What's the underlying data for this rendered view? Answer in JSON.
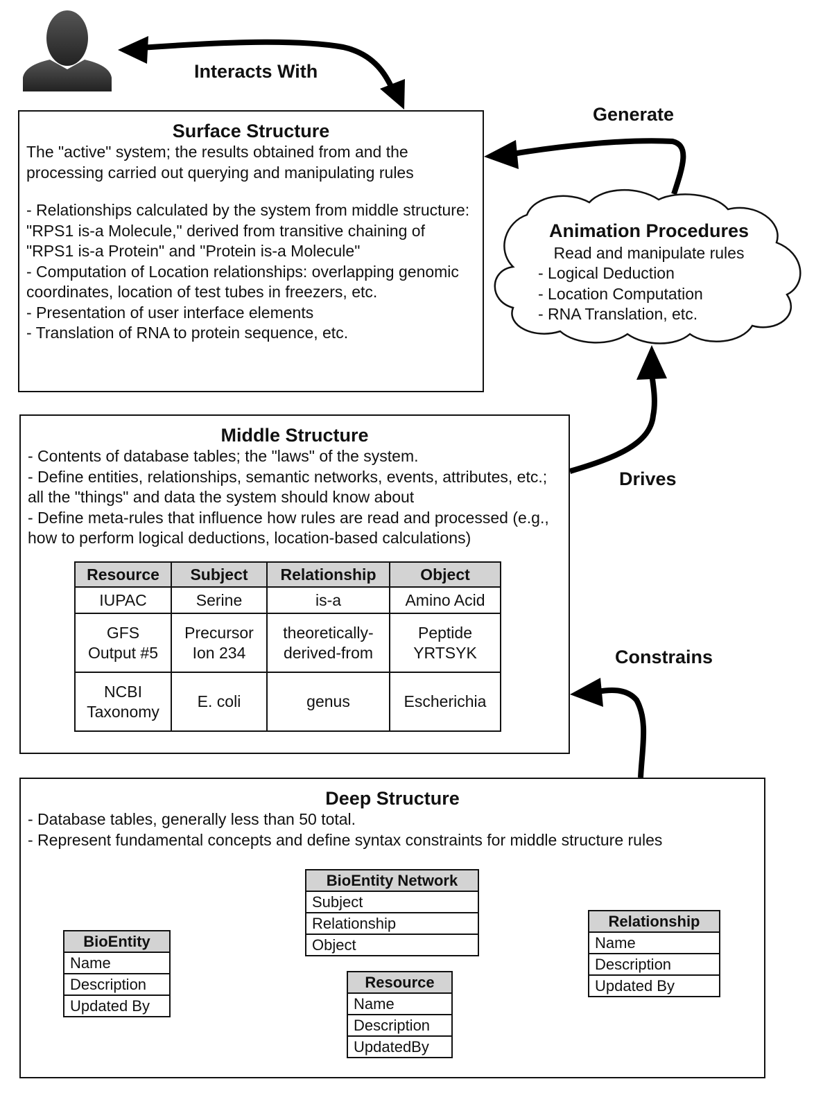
{
  "labels": {
    "interacts": "Interacts With",
    "generate": "Generate",
    "drives": "Drives",
    "constrains": "Constrains"
  },
  "surface": {
    "title": "Surface Structure",
    "intro": "The \"active\" system; the results obtained from and the processing carried out querying and manipulating rules",
    "items": [
      "- Relationships calculated by the system from middle structure: \"RPS1 is-a Molecule,\" derived from transitive chaining of \"RPS1 is-a Protein\" and \"Protein is-a Molecule\"",
      "- Computation of Location relationships: overlapping genomic coordinates, location of test tubes in freezers, etc.",
      "- Presentation of user interface elements",
      "- Translation of RNA to protein sequence, etc."
    ]
  },
  "animation": {
    "title": "Animation Procedures",
    "subtitle": "Read and manipulate rules",
    "items": [
      "- Logical Deduction",
      "- Location Computation",
      "- RNA Translation, etc."
    ]
  },
  "middle": {
    "title": "Middle Structure",
    "items": [
      "- Contents of database tables; the \"laws\" of the system.",
      "- Define entities, relationships, semantic networks, events, attributes, etc.; all the \"things\" and data the system should know about",
      "- Define meta-rules that influence how rules are read and processed (e.g., how to perform logical deductions, location-based calculations)"
    ],
    "table": {
      "headers": [
        "Resource",
        "Subject",
        "Relationship",
        "Object"
      ],
      "rows": [
        [
          "IUPAC",
          "Serine",
          "is-a",
          "Amino Acid"
        ],
        [
          "GFS Output #5",
          "Precursor Ion 234",
          "theoretically-derived-from",
          "Peptide YRTSYK"
        ],
        [
          "NCBI Taxonomy",
          "E. coli",
          "genus",
          "Escherichia"
        ]
      ]
    }
  },
  "deep": {
    "title": "Deep Structure",
    "items": [
      "- Database tables, generally less than 50 total.",
      "- Represent fundamental concepts and define syntax constraints for middle structure rules"
    ],
    "entities": {
      "bioentity_network": {
        "name": "BioEntity Network",
        "fields": [
          "Subject",
          "Relationship",
          "Object"
        ]
      },
      "bioentity": {
        "name": "BioEntity",
        "fields": [
          "Name",
          "Description",
          "Updated By"
        ]
      },
      "relationship": {
        "name": "Relationship",
        "fields": [
          "Name",
          "Description",
          "Updated By"
        ]
      },
      "resource": {
        "name": "Resource",
        "fields": [
          "Name",
          "Description",
          "UpdatedBy"
        ]
      }
    }
  }
}
